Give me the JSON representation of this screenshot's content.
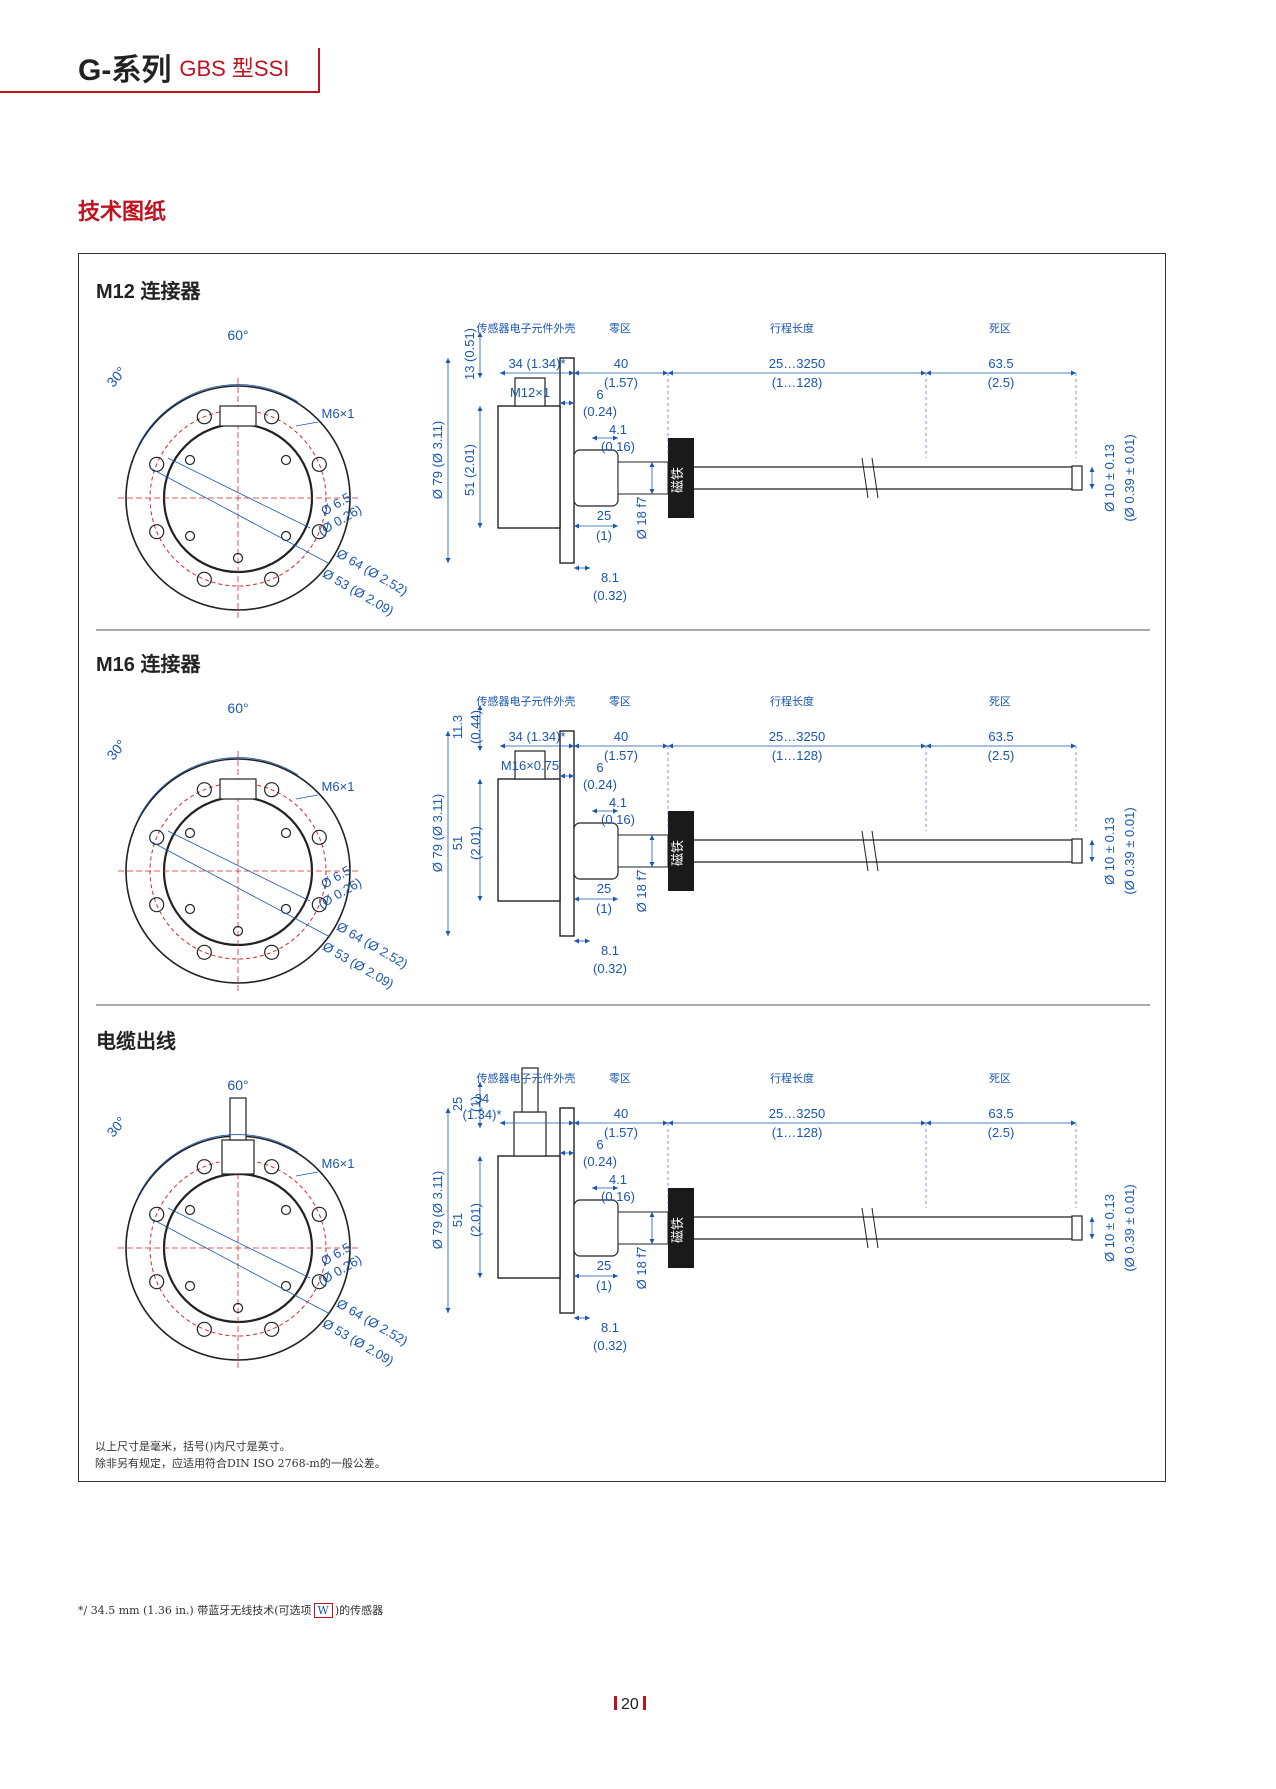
{
  "header": {
    "series": "G-系列",
    "type": "GBS 型SSI"
  },
  "section_title": "技术图纸",
  "panels": [
    {
      "title": "M12 连接器",
      "connector": "M12×1",
      "zone_labels": [
        "传感器电子元件外壳",
        "零区",
        "行程长度",
        "死区"
      ],
      "dims": {
        "angle60": "60°",
        "angle30": "30°",
        "screw": "M6×1",
        "d65": "Ø 6.5",
        "d65i": "(Ø 0.26)",
        "d64": "Ø 64 (Ø 2.52)",
        "d53": "Ø 53 (Ø 2.09)",
        "h13": "13 (0.51)",
        "w34": "34 (1.34)*",
        "w40": "40",
        "w40i": "(1.57)",
        "w6": "6",
        "w6i": "(0.24)",
        "stroke": "25…3250",
        "strokei": "(1…128)",
        "dead": "63.5",
        "deadi": "(2.5)",
        "d79": "Ø 79 (Ø 3.11)",
        "h51": "51 (2.01)",
        "w41": "4.1",
        "w41i": "(0.16)",
        "w25": "25",
        "w25i": "(1)",
        "d18": "Ø 18 f7",
        "w81": "8.1",
        "w81i": "(0.32)",
        "magnet": "磁铁",
        "d10": "Ø 10 ± 0.13",
        "d10i": "(Ø 0.39 ± 0.01)"
      }
    },
    {
      "title": "M16 连接器",
      "connector": "M16×0.75",
      "zone_labels": [
        "传感器电子元件外壳",
        "零区",
        "行程长度",
        "死区"
      ],
      "dims": {
        "angle60": "60°",
        "angle30": "30°",
        "screw": "M6×1",
        "d65": "Ø 6.5",
        "d65i": "(Ø 0.26)",
        "d64": "Ø 64 (Ø 2.52)",
        "d53": "Ø 53 (Ø 2.09)",
        "h13": "11.3",
        "h13i": "(0.44)",
        "w34": "34 (1.34)*",
        "w40": "40",
        "w40i": "(1.57)",
        "w6": "6",
        "w6i": "(0.24)",
        "stroke": "25…3250",
        "strokei": "(1…128)",
        "dead": "63.5",
        "deadi": "(2.5)",
        "d79": "Ø 79 (Ø 3.11)",
        "h51": "51",
        "h51i": "(2.01)",
        "w41": "4.1",
        "w41i": "(0.16)",
        "w25": "25",
        "w25i": "(1)",
        "d18": "Ø 18 f7",
        "w81": "8.1",
        "w81i": "(0.32)",
        "magnet": "磁铁",
        "d10": "Ø 10 ± 0.13",
        "d10i": "(Ø 0.39 ± 0.01)"
      }
    },
    {
      "title": "电缆出线",
      "connector": "",
      "zone_labels": [
        "传感器电子元件外壳",
        "零区",
        "行程长度",
        "死区"
      ],
      "dims": {
        "angle60": "60°",
        "angle30": "30°",
        "screw": "M6×1",
        "d65": "Ø 6.5",
        "d65i": "(Ø 0.26)",
        "d64": "Ø 64 (Ø 2.52)",
        "d53": "Ø 53 (Ø 2.09)",
        "h13": "25",
        "h13i": "(1)",
        "w34": "34",
        "w34i": "(1.34)*",
        "w40": "40",
        "w40i": "(1.57)",
        "w6": "6",
        "w6i": "(0.24)",
        "stroke": "25…3250",
        "strokei": "(1…128)",
        "dead": "63.5",
        "deadi": "(2.5)",
        "d79": "Ø 79 (Ø 3.11)",
        "h51": "51",
        "h51i": "(2.01)",
        "w41": "4.1",
        "w41i": "(0.16)",
        "w25": "25",
        "w25i": "(1)",
        "d18": "Ø 18 f7",
        "w81": "8.1",
        "w81i": "(0.32)",
        "magnet": "磁铁",
        "d10": "Ø 10 ± 0.13",
        "d10i": "(Ø 0.39 ± 0.01)"
      }
    }
  ],
  "notes": [
    "以上尺寸是毫米，括号()内尺寸是英寸。",
    "除非另有规定，应适用符合DIN ISO 2768-m的一般公差。"
  ],
  "footnote": {
    "before": "*/ 34.5 mm (1.36 in.) 带蓝牙无线技术(可选项",
    "option": "W",
    "after": ")的传感器"
  },
  "page_number": "20"
}
